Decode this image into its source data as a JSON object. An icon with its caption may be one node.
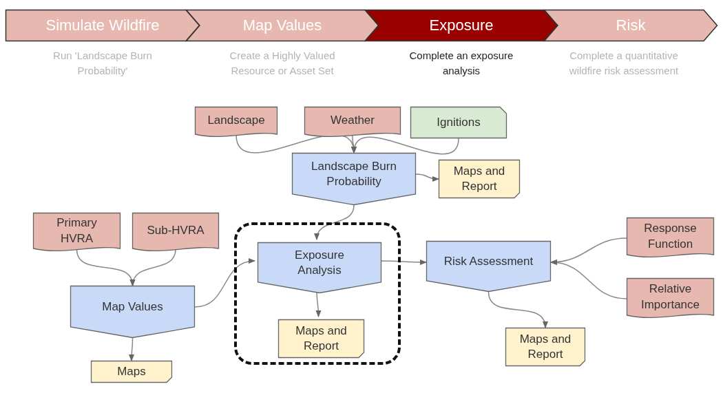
{
  "diagram": {
    "nodes": [
      {
        "text": [
          "Simulate Wildfire"
        ],
        "beside": [
          "Run 'Landscape Burn Probability'"
        ]
      },
      {
        "text": [
          "Map Values"
        ],
        "beside": [
          "Create a Highly Valued Resource or Asset Set"
        ]
      },
      {
        "text": [
          "Exposure"
        ],
        "beside": [
          "Complete an exposure analysis"
        ]
      },
      {
        "text": [
          "Risk"
        ],
        "beside": [
          "Complete a quantitative wildfire risk assessment"
        ]
      },
      {
        "text": [
          "Landscape"
        ]
      },
      {
        "text": [
          "Weather"
        ]
      },
      {
        "text": [
          "Ignitions"
        ]
      },
      {
        "text": [
          "Landscape Burn Probability"
        ]
      },
      {
        "text": [
          "Maps and Report"
        ]
      },
      {
        "text": [
          "Primary HVRA"
        ]
      },
      {
        "text": [
          "Sub-HVRA"
        ]
      },
      {
        "text": [
          "Map Values"
        ]
      },
      {
        "text": [
          "Maps"
        ]
      },
      {
        "text": [],
        "shape": "box"
      },
      {
        "text": [
          "Exposure Analysis"
        ],
        "in": 13
      },
      {
        "text": [
          "Maps and Report"
        ],
        "in": 13
      },
      {
        "text": [
          "Risk Assessment"
        ]
      },
      {
        "text": [
          "Response Function"
        ]
      },
      {
        "text": [
          "Relative Importance"
        ]
      },
      {
        "text": [
          "Maps and Report"
        ]
      }
    ],
    "edges": [
      {
        "from": 4,
        "to": 7,
        "arrow": "to"
      },
      {
        "from": 5,
        "to": 7,
        "arrow": "to"
      },
      {
        "from": 6,
        "to": 7,
        "arrow": "to"
      },
      {
        "from": 7,
        "to": 8,
        "arrow": "to"
      },
      {
        "from": 7,
        "to": 14,
        "arrow": "to"
      },
      {
        "from": 9,
        "to": 11,
        "arrow": "to"
      },
      {
        "from": 10,
        "to": 11,
        "arrow": "to"
      },
      {
        "from": 11,
        "to": 12,
        "arrow": "to"
      },
      {
        "from": 11,
        "to": 14,
        "arrow": "to"
      },
      {
        "from": 14,
        "to": 15,
        "arrow": "to"
      },
      {
        "from": 14,
        "to": 16,
        "arrow": "to"
      },
      {
        "from": 17,
        "to": 16,
        "arrow": "to"
      },
      {
        "from": 18,
        "to": 16,
        "arrow": "to"
      },
      {
        "from": 16,
        "to": 19,
        "arrow": "to"
      }
    ]
  }
}
